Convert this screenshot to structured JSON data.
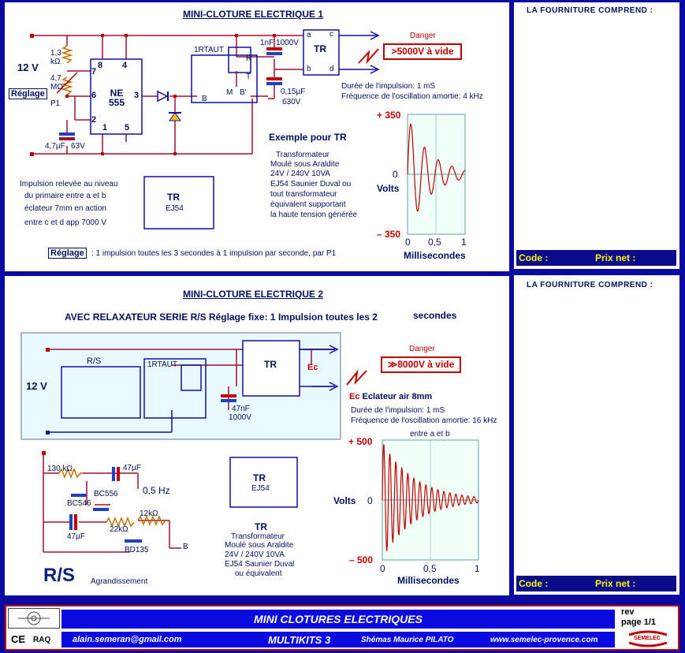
{
  "panel1": {
    "title": "MINI-CLOTURE ELECTRIQUE 1",
    "supply": "12 V",
    "r1": "1,3 kΩ",
    "p1_val": "4,7 MΩ",
    "reglage_label": "Réglage",
    "p1": "P1",
    "ic": "NE 555",
    "pins": [
      "8",
      "4",
      "7",
      "6",
      "2",
      "1",
      "5",
      "3"
    ],
    "cap1": "4,7µF",
    "cap1_v": "63V",
    "thyristor": "1RTAUT",
    "thy_pins": [
      "R",
      "T",
      "M",
      "B",
      "B'"
    ],
    "capA": "1nF 1000V",
    "capB": "0,15µF",
    "capB_v": "630V",
    "tr": "TR",
    "tr_pins": [
      "a",
      "b",
      "c",
      "d"
    ],
    "danger": "Danger",
    "danger_box": ">5000V à vide",
    "impulse": "Durée de l'impulsion: 1 mS",
    "freq": "Fréquence de l'oscillation amortie: 4 kHz",
    "example_title": "Exemple pour TR",
    "example_lines": [
      "Transformateur",
      "Moulé sous  Araldite",
      "24V / 240V    10VA",
      "EJ54 Saunier Duval ou",
      "tout transformateur",
      "équivalent supportant",
      "la haute tension générée"
    ],
    "note_lines": [
      "Impulsion relevée au niveau",
      "du primaire entre a et b",
      "éclateur 7mm en  action",
      "entre c et d app 7000 V"
    ],
    "tr_small": "TR",
    "tr_small_sub": "EJ54",
    "reglage_note": ": 1 impulsion toutes les 3 secondes à 1 impulsion par seconde, par P1",
    "fourniture": "LA FOURNITURE COMPREND :",
    "code": "Code :",
    "prix": "Prix net :"
  },
  "chart1": {
    "ylabel": "Volts",
    "xlabel": "Millisecondes",
    "yticks": [
      "+ 350",
      "0",
      "– 350"
    ],
    "xticks": [
      "0",
      "0,5",
      "1"
    ]
  },
  "panel2": {
    "title": "MINI-CLOTURE ELECTRIQUE 2",
    "subtitle": "AVEC RELAXATEUR SERIE R/S    Réglage fixe: 1 Impulsion toutes les 2",
    "subtitle_tail": "secondes",
    "supply": "12 V",
    "rs": "R/S",
    "thyristor": "1RTAUT",
    "cap": "47nF",
    "cap_v": "1000V",
    "tr": "TR",
    "ec": "Ec",
    "danger": "Danger",
    "danger_box": "≫8000V à vide",
    "eclateur": "Eclateur air 8mm",
    "impulse": "Durée de l'impulsion: 1 mS",
    "freq": "Fréquence de l'oscillation amortie: 16 kHz",
    "entre": "entre a et b",
    "r130": "130 kΩ",
    "c47a": "47µF",
    "bc556": "BC556",
    "bc546": "BC546",
    "hz": "0,5 Hz",
    "r22": "22kΩ",
    "r12": "12kΩ",
    "c47b": "47µF",
    "bd135": "BD135",
    "b": "B",
    "rs_big": "R/S",
    "agrand": "Agrandissement",
    "tr_small": "TR",
    "tr_small_sub": "EJ54",
    "tr_lines": [
      "Transformateur",
      "Moulé sous  Araldite",
      "24V / 240V    10VA",
      "EJ54 Saunier Duval",
      "ou  équivalent"
    ],
    "fourniture": "LA FOURNITURE COMPREND :",
    "code": "Code :",
    "prix": "Prix net :"
  },
  "chart2": {
    "ylabel": "Volts",
    "xlabel": "Millisecondes",
    "yticks": [
      "+ 500",
      "0",
      "– 500"
    ],
    "xticks": [
      "0",
      "0,5",
      "1"
    ]
  },
  "footer": {
    "title": "MINI CLOTURES ELECTRIQUES",
    "rev": "rev",
    "page": "page 1/1",
    "email": "alain.semeran@gmail.com",
    "multikits": "MULTIKITS 3",
    "author": "Shémas Maurice PILATO",
    "web": "www.semelec-provence.com",
    "ce": "CE",
    "raq": "RAQ",
    "logo": "SEMELEC"
  }
}
